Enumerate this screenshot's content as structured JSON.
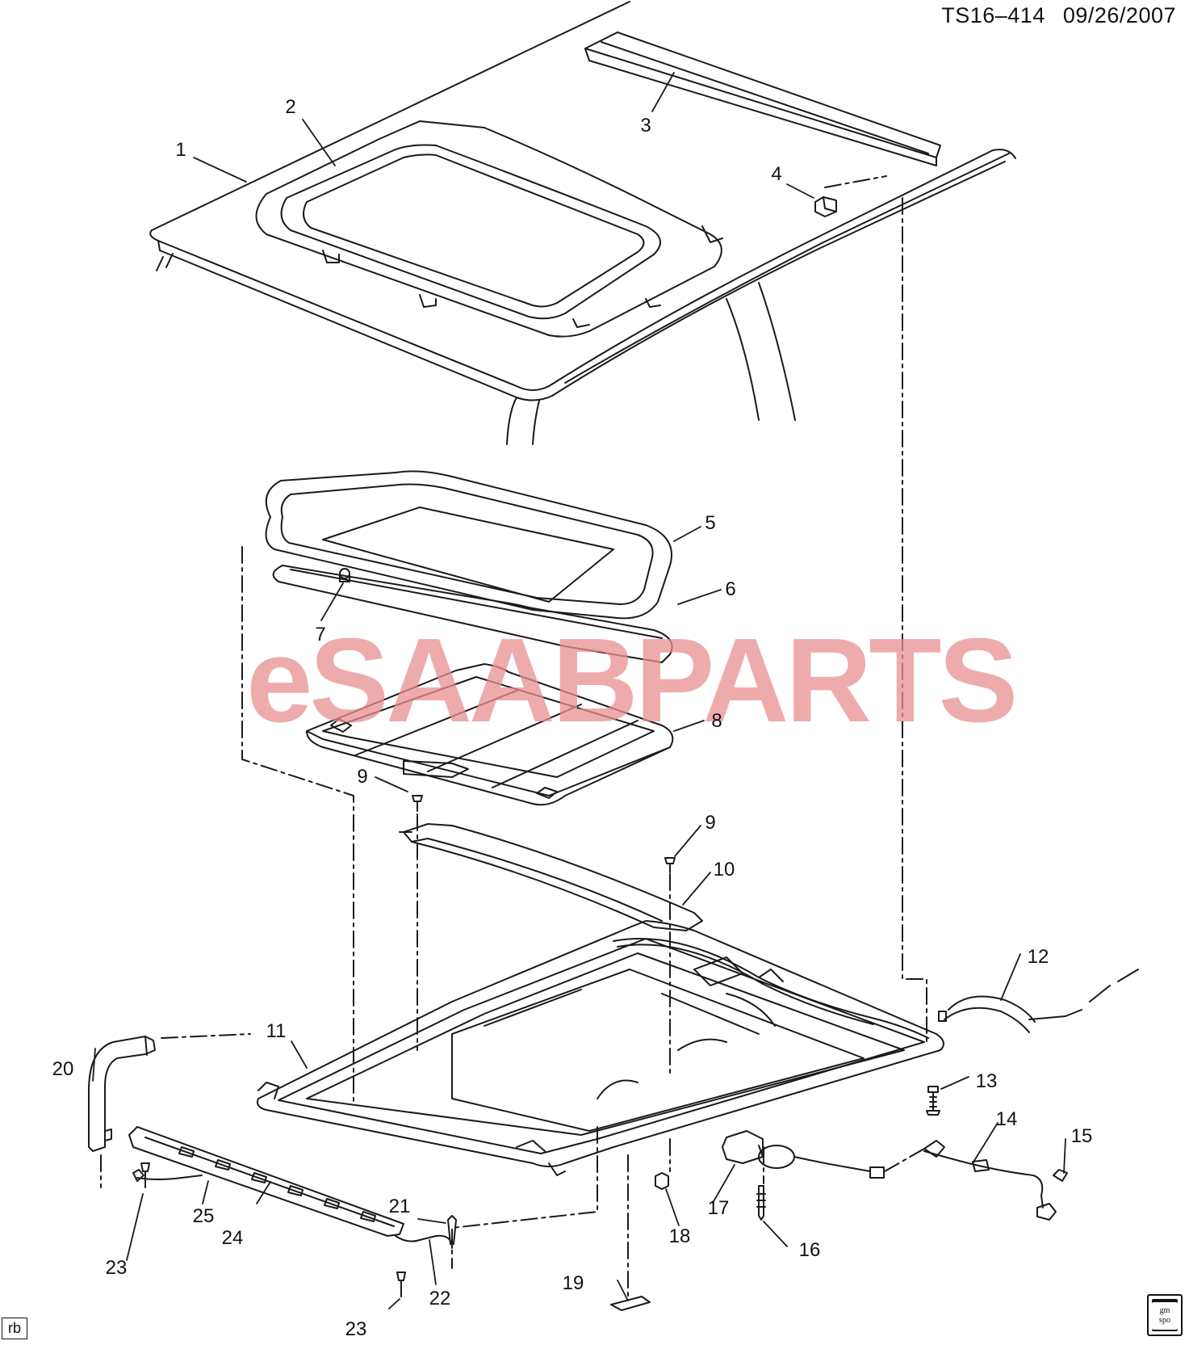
{
  "header": {
    "drawing_id": "TS16–414",
    "date": "09/26/2007"
  },
  "watermark": "eSAABPARTS",
  "footer": {
    "initials": "rb",
    "logo_top": "gm",
    "logo_bottom": "spo"
  },
  "callouts": [
    {
      "id": "c1",
      "label": "1"
    },
    {
      "id": "c2",
      "label": "2"
    },
    {
      "id": "c3",
      "label": "3"
    },
    {
      "id": "c4",
      "label": "4"
    },
    {
      "id": "c5",
      "label": "5"
    },
    {
      "id": "c6",
      "label": "6"
    },
    {
      "id": "c7",
      "label": "7"
    },
    {
      "id": "c8",
      "label": "8"
    },
    {
      "id": "c9a",
      "label": "9"
    },
    {
      "id": "c9b",
      "label": "9"
    },
    {
      "id": "c10",
      "label": "10"
    },
    {
      "id": "c11",
      "label": "11"
    },
    {
      "id": "c12",
      "label": "12"
    },
    {
      "id": "c13",
      "label": "13"
    },
    {
      "id": "c14",
      "label": "14"
    },
    {
      "id": "c15",
      "label": "15"
    },
    {
      "id": "c16",
      "label": "16"
    },
    {
      "id": "c17",
      "label": "17"
    },
    {
      "id": "c18",
      "label": "18"
    },
    {
      "id": "c19",
      "label": "19"
    },
    {
      "id": "c20",
      "label": "20"
    },
    {
      "id": "c21",
      "label": "21"
    },
    {
      "id": "c22",
      "label": "22"
    },
    {
      "id": "c23a",
      "label": "23"
    },
    {
      "id": "c23b",
      "label": "23"
    },
    {
      "id": "c24",
      "label": "24"
    },
    {
      "id": "c25",
      "label": "25"
    }
  ]
}
